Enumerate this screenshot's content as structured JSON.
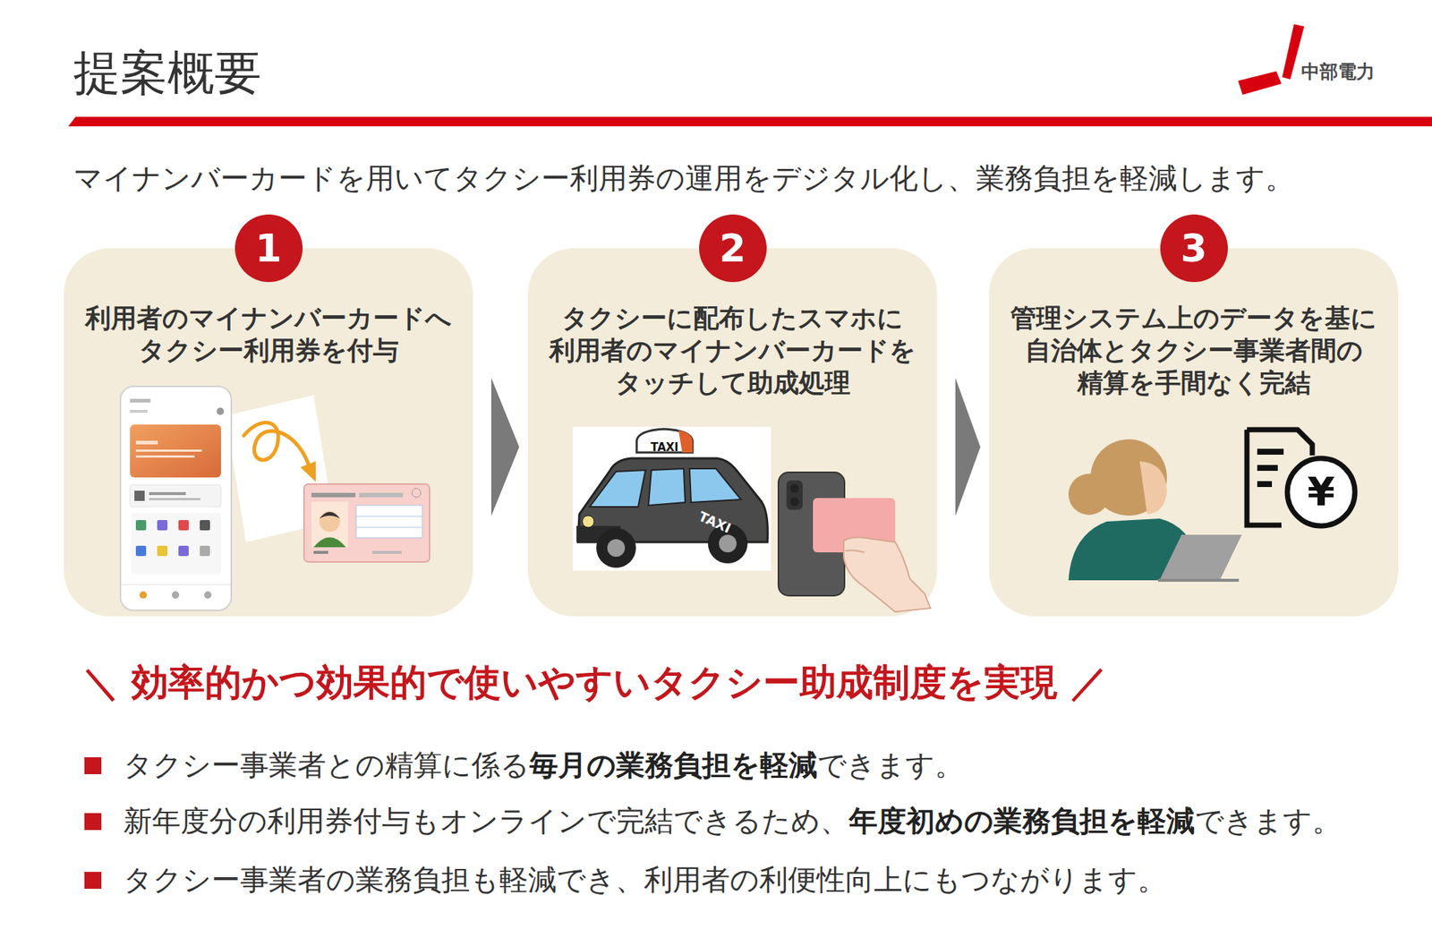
{
  "diagram": {
    "title": "提案概要",
    "nodes": [
      {
        "text": [
          "利用者のマイナンバーカードへ タクシー利用券を付与"
        ]
      },
      {
        "text": [
          "1"
        ],
        "in": 0
      },
      {
        "text": [
          "タクシーに配布したスマホに 利用者のマイナンバーカードを タッチして助成処理"
        ]
      },
      {
        "text": [
          "2"
        ],
        "in": 2
      },
      {
        "text": [
          "管理システム上のデータを基に 自治体とタクシー事業者間の 精算を手間なく完結"
        ]
      },
      {
        "text": [
          "3"
        ],
        "in": 4
      }
    ],
    "edges": [
      {
        "from": 0,
        "to": 2,
        "arrow": "to"
      },
      {
        "from": 2,
        "to": 4,
        "arrow": "to"
      }
    ],
    "labels": [
      "中部電力",
      "マイナンバーカードを用いてタクシー利用券の運用をデジタル化し、業務負担を軽減します。",
      "TAXI",
      "TAXI",
      "¥",
      "＼ 効率的かつ効果的で使いやすいタクシー助成制度を実現 ／",
      "タクシー事業者との精算に係る",
      "毎月の業務負担を軽減",
      "できます。",
      "新年度分の利用券付与もオンラインで完結できるため、",
      "年度初めの業務負担を軽減",
      "できます。",
      "タクシー事業者の業務負担も軽減でき、利用者の利便性向上にもつながります。"
    ]
  }
}
